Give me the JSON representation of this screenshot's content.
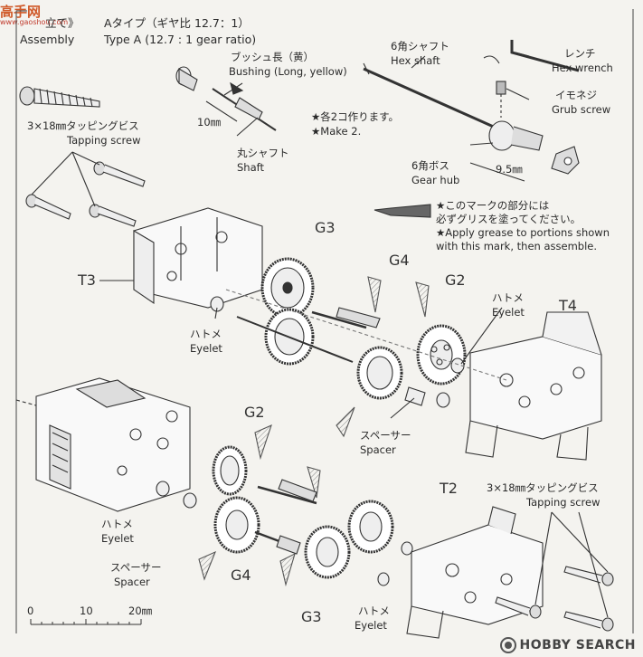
{
  "watermark": {
    "site": "高手网",
    "sub": "www.gaoshou.com"
  },
  "header": {
    "section_jp": "立て》",
    "section_en": "Assembly",
    "type_jp": "Aタイプ（ギヤ比 12.7：1）",
    "type_en": "Type A (12.7 : 1 gear ratio)"
  },
  "labels": {
    "bushing_jp": "ブッシュ長（黄）",
    "bushing_en": "Bushing (Long, yellow)",
    "hex_shaft_jp": "6角シャフト",
    "hex_shaft_en": "Hex shaft",
    "wrench_jp": "レンチ",
    "wrench_en": "Hex wrench",
    "grub_jp": "イモネジ",
    "grub_en": "Grub screw",
    "tapping_jp": "3×18㎜タッピングビス",
    "tapping_en": "Tapping screw",
    "dim_10": "10㎜",
    "make2_jp": "★各2コ作ります。",
    "make2_en": "★Make 2.",
    "shaft_jp": "丸シャフト",
    "shaft_en": "Shaft",
    "gear_hub_jp": "6角ボス",
    "gear_hub_en": "Gear hub",
    "dim_95": "9.5㎜",
    "grease_jp_1": "★このマークの部分には",
    "grease_jp_2": "必ずグリスを塗ってください。",
    "grease_en_1": "★Apply grease to portions shown",
    "grease_en_2": "with this mark, then assemble.",
    "g3_top": "G3",
    "g4_top": "G4",
    "g2_top": "G2",
    "t3": "T3",
    "t4": "T4",
    "eyelet_jp_1": "ハトメ",
    "eyelet_en_1": "Eyelet",
    "eyelet_jp_2": "ハトメ",
    "eyelet_en_2": "Eyelet",
    "spacer_jp_1": "スペーサー",
    "spacer_en_1": "Spacer",
    "g2_bottom": "G2",
    "t2": "T2",
    "tapping_jp_2": "3×18㎜タッピングビス",
    "tapping_en_2": "Tapping screw",
    "eyelet_jp_3": "ハトメ",
    "eyelet_en_3": "Eyelet",
    "spacer_jp_2": "スペーサー",
    "spacer_en_2": "Spacer",
    "g4_bottom": "G4",
    "g3_bottom": "G3",
    "eyelet_jp_4": "ハトメ",
    "eyelet_en_4": "Eyelet"
  },
  "scale": {
    "t0": "0",
    "t10": "10",
    "t20": "20㎜"
  },
  "footer": {
    "brand": "HOBBY SEARCH"
  }
}
